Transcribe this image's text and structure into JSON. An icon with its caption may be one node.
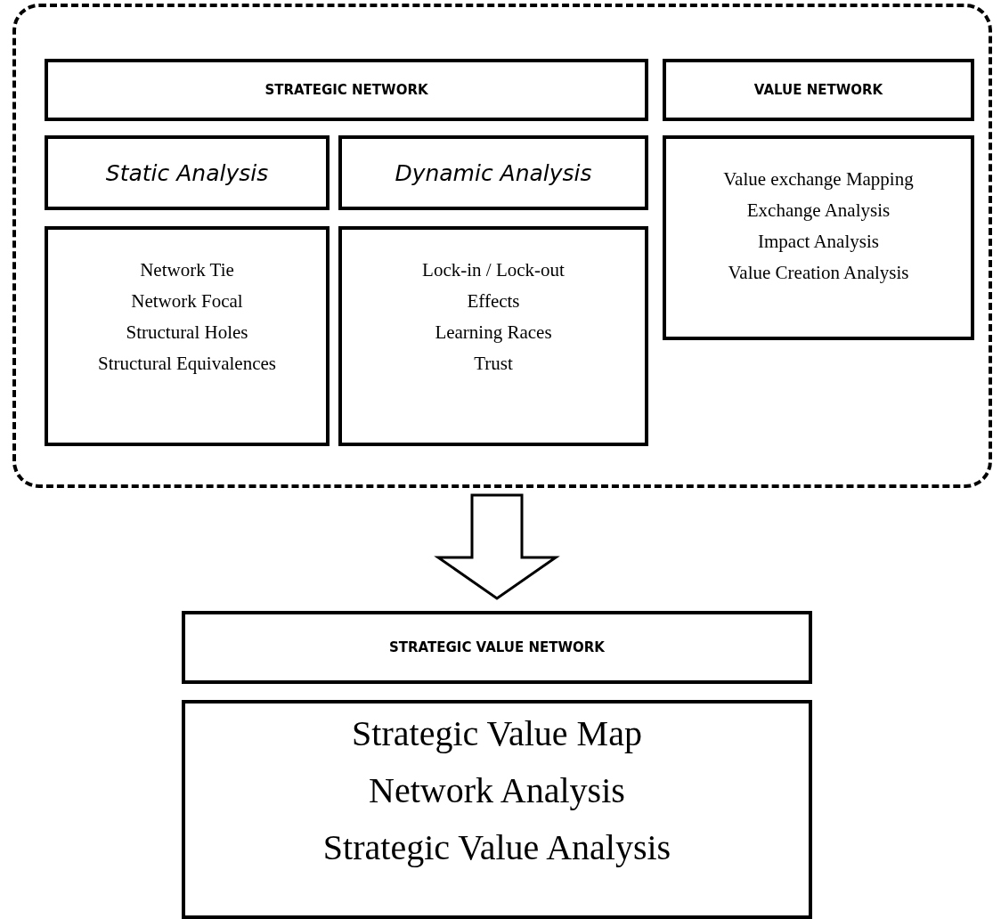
{
  "diagram": {
    "nodes": [
      {
        "text": [],
        "shape": "box"
      },
      {
        "text": [
          "STRATEGIC NETWORK"
        ],
        "in": 0
      },
      {
        "text": [
          "VALUE NETWORK"
        ],
        "in": 0
      },
      {
        "text": [
          "Static Analysis"
        ],
        "in": 0
      },
      {
        "text": [
          "Dynamic Analysis"
        ],
        "in": 0
      },
      {
        "text": [
          "Network Tie",
          "Network Focal",
          "Structural Holes",
          "Structural Equivalences"
        ],
        "in": 0
      },
      {
        "text": [
          "Lock-in / Lock-out",
          "Effects",
          "Learning Races",
          "Trust"
        ],
        "in": 0
      },
      {
        "text": [
          "Value exchange Mapping",
          "Exchange Analysis",
          "Impact Analysis",
          "Value Creation Analysis"
        ],
        "in": 0
      },
      {
        "text": [
          "STRATEGIC VALUE NETWORK"
        ]
      },
      {
        "text": [
          "Strategic Value Map",
          "Network Analysis",
          "Strategic Value Analysis"
        ]
      }
    ],
    "edges": [
      {
        "from": 0,
        "to": 8,
        "arrow": "to"
      }
    ]
  }
}
